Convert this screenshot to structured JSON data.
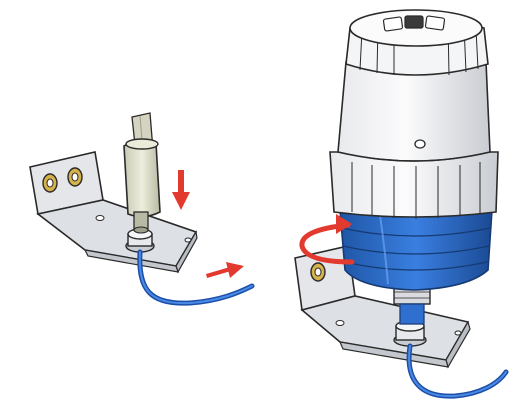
{
  "colors": {
    "background": "#ffffff",
    "bracket_fill": "#e4e6ea",
    "bracket_shadow": "#c9ccd2",
    "outline": "#2a2a2a",
    "wire_blue": "#2f6fd0",
    "wire_blue_dark": "#1c4fa8",
    "cap_blue": "#2d6ec8",
    "cap_blue_dark": "#1f56a6",
    "housing_white": "#f1f2f4",
    "housing_shade": "#c7cad0",
    "arrow_red": "#e23a2e",
    "screw_gold": "#d6b24a",
    "connector_fill": "#dcdcc8"
  },
  "scene": {
    "left_step": {
      "parts": [
        "mounting-bracket",
        "screw",
        "screw",
        "connector-plug",
        "terminal-nut",
        "blue-wire",
        "red-arrow-down",
        "red-arrow-right"
      ]
    },
    "right_step": {
      "parts": [
        "mounting-bracket",
        "screw",
        "sensor-housing",
        "blue-threaded-collar",
        "terminal-nut",
        "blue-wire",
        "red-arrow-rotate"
      ]
    }
  }
}
